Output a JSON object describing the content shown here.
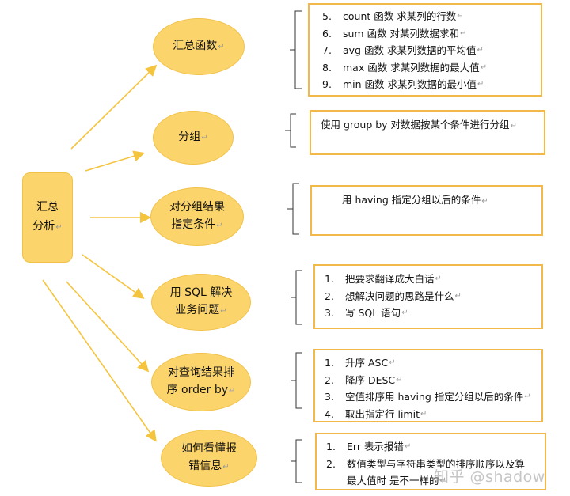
{
  "root": {
    "line1": "汇总",
    "line2": "分析"
  },
  "nodes": [
    {
      "line1": "汇总函数",
      "line2": ""
    },
    {
      "line1": "分组",
      "line2": ""
    },
    {
      "line1": "对分组结果",
      "line2": "指定条件"
    },
    {
      "line1": "用 SQL 解决",
      "line2": "业务问题"
    },
    {
      "line1": "对查询结果排",
      "line2": "序 order by"
    },
    {
      "line1": "如何看懂报",
      "line2": "错信息"
    }
  ],
  "boxes": {
    "aggregate": [
      {
        "num": "5.",
        "text": "count 函数  求某列的行数"
      },
      {
        "num": "6.",
        "text": "sum 函数  对某列数据求和"
      },
      {
        "num": "7.",
        "text": "avg 函数  求某列数据的平均值"
      },
      {
        "num": "8.",
        "text": "max 函数  求某列数据的最大值"
      },
      {
        "num": "9.",
        "text": "min 函数  求某列数据的最小值"
      }
    ],
    "group": "使用  group by 对数据按某个条件进行分组",
    "having": "用 having 指定分组以后的条件",
    "sql": [
      {
        "num": "1.",
        "text": "把要求翻译成大白话"
      },
      {
        "num": "2.",
        "text": "想解决问题的思路是什么"
      },
      {
        "num": "3.",
        "text": "写 SQL 语句"
      }
    ],
    "order": [
      {
        "num": "1.",
        "text": "升序  ASC"
      },
      {
        "num": "2.",
        "text": "降序  DESC"
      },
      {
        "num": "3.",
        "text": "空值排序用 having 指定分组以后的条件"
      },
      {
        "num": "4.",
        "text": "取出指定行  limit"
      }
    ],
    "error": [
      {
        "num": "1.",
        "text": "Err  表示报错"
      },
      {
        "num": "2.",
        "text": "数值类型与字符串类型的排序顺序以及算"
      },
      {
        "num": "",
        "text": "最大值时  是不一样的"
      }
    ]
  },
  "watermark": "知乎 @shadow",
  "colors": {
    "node_fill": "#fbd46b",
    "box_border": "#f2b94a",
    "arrow": "#f5c43f",
    "bracket": "#333333"
  }
}
